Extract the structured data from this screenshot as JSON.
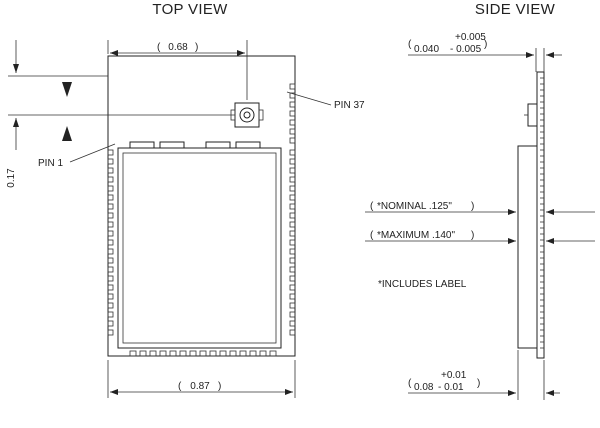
{
  "views": {
    "top_title": "TOP VIEW",
    "side_title": "SIDE VIEW"
  },
  "top_view": {
    "width_top": "0.68",
    "width_bottom": "0.87",
    "height_left": "0.17",
    "pin_1": "PIN 1",
    "pin_37": "PIN 37"
  },
  "side_view": {
    "thickness_top": {
      "plus": "+0.005",
      "nominal": "0.040",
      "minus": "- 0.005"
    },
    "thickness_bottom": {
      "plus": "+0.01",
      "nominal": "0.08",
      "minus": "- 0.01"
    },
    "nominal_label": "*NOMINAL .125\"",
    "maximum_label": "*MAXIMUM .140\"",
    "note": "*INCLUDES LABEL"
  }
}
